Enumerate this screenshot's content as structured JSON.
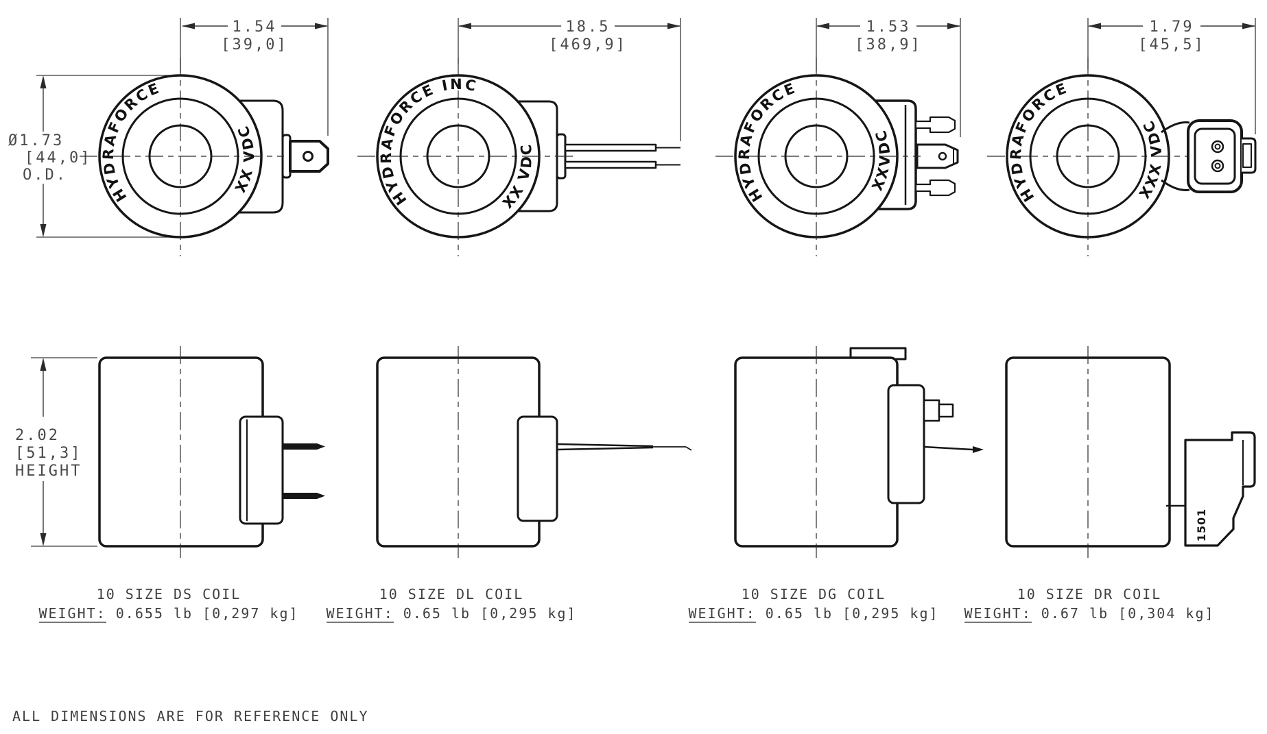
{
  "drawing": {
    "note": "ALL DIMENSIONS ARE FOR REFERENCE ONLY",
    "od": {
      "dia": "Ø1.73",
      "mm": "[44,0]",
      "label": "O.D."
    },
    "height": {
      "in": "2.02",
      "mm": "[51,3]",
      "label": "HEIGHT"
    },
    "coils": [
      {
        "name": "10 SIZE DS COIL",
        "weight_label": "WEIGHT",
        "weight_rest": ": 0.655 lb [0,297 kg]",
        "dim_in": "1.54",
        "dim_mm": "[39,0]",
        "brand": "HYDRAFORCE",
        "voltage": "XX VDC"
      },
      {
        "name": "10 SIZE DL COIL",
        "weight_label": "WEIGHT",
        "weight_rest": ": 0.65 lb [0,295 kg]",
        "dim_in": "18.5",
        "dim_mm": "[469,9]",
        "brand": "HYDRAFORCE INC",
        "voltage": "XX VDC"
      },
      {
        "name": "10 SIZE DG COIL",
        "weight_label": "WEIGHT",
        "weight_rest": ": 0.65 lb [0,295 kg]",
        "dim_in": "1.53",
        "dim_mm": "[38,9]",
        "brand": "HYDRAFORCE",
        "voltage": "XXVDC"
      },
      {
        "name": "10 SIZE DR COIL",
        "weight_label": "WEIGHT",
        "weight_rest": ": 0.67 lb [0,304 kg]",
        "dim_in": "1.79",
        "dim_mm": "[45,5]",
        "brand": "HYDRAFORCE",
        "voltage": "XXX VDC",
        "marking": "1501"
      }
    ]
  }
}
